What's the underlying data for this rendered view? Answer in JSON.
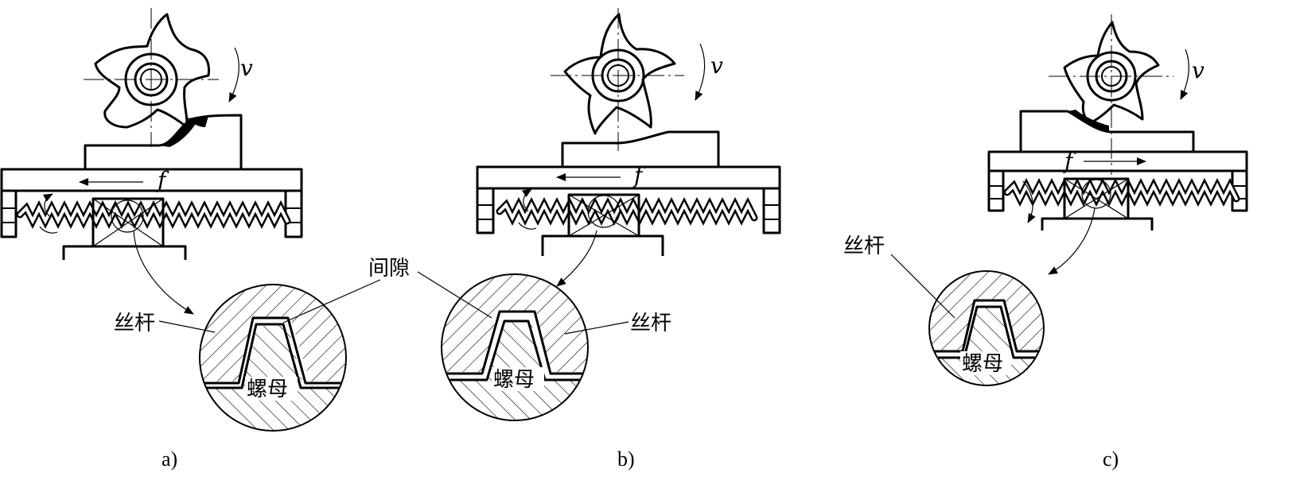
{
  "panels": [
    {
      "caption": "a)",
      "speed_symbol": "v",
      "feed_symbol": "f",
      "feed_direction": "left",
      "label_screw": "丝杆",
      "label_nut": "螺母"
    },
    {
      "caption": "b)",
      "speed_symbol": "v",
      "feed_symbol": "f",
      "feed_direction": "left",
      "label_screw": "丝杆",
      "label_nut": "螺母"
    },
    {
      "caption": "c)",
      "speed_symbol": "v",
      "feed_symbol": "f",
      "feed_direction": "right",
      "label_screw": "丝杆",
      "label_nut": "螺母"
    }
  ],
  "shared_label_gap": "间隙",
  "colors": {
    "line": "#000000",
    "background": "#ffffff"
  }
}
